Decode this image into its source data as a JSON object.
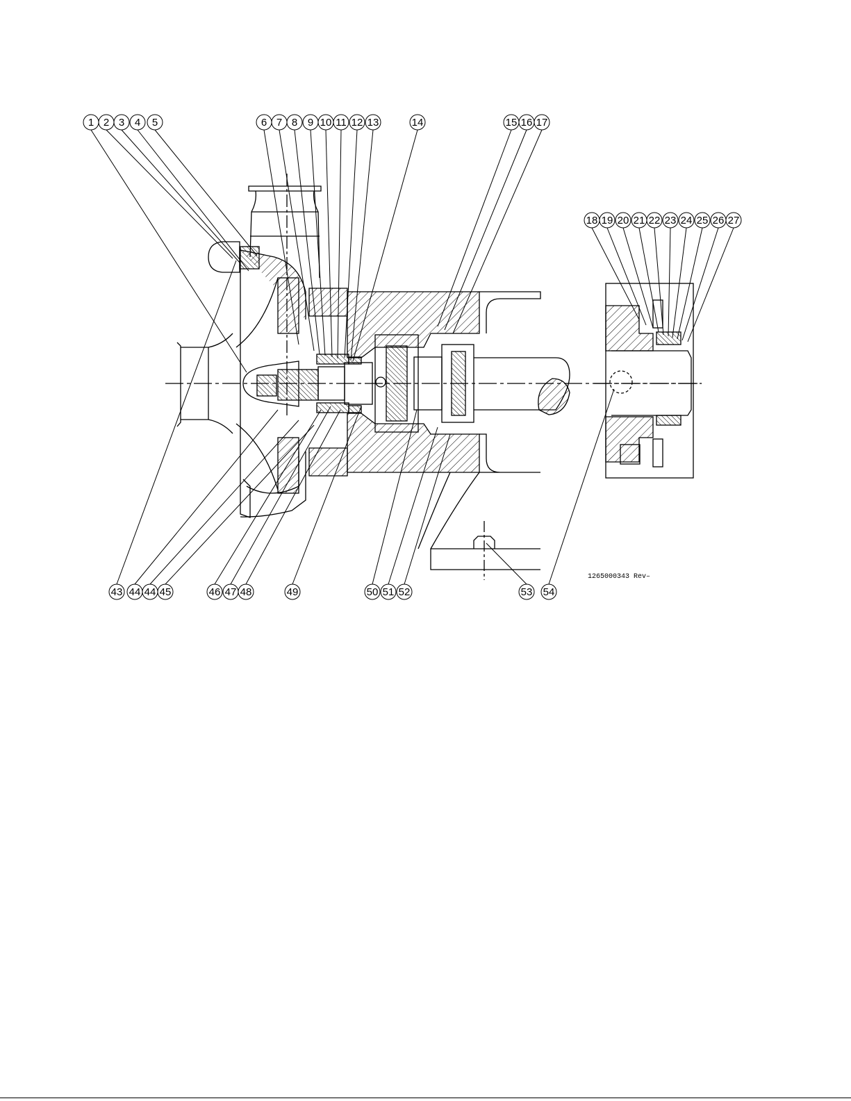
{
  "drawing": {
    "drawing_number": "1265000343",
    "revision": "Rev–",
    "line_color": "#000000",
    "background_color": "#ffffff"
  },
  "callouts_top": [
    "1",
    "2",
    "3",
    "4",
    "5",
    "6",
    "7",
    "8",
    "9",
    "10",
    "11",
    "12",
    "13",
    "14",
    "15",
    "16",
    "17"
  ],
  "callouts_detail": [
    "18",
    "19",
    "20",
    "21",
    "22",
    "23",
    "24",
    "25",
    "26",
    "27"
  ],
  "callouts_bottom": [
    "43",
    "44",
    "44",
    "45",
    "46",
    "47",
    "48",
    "49",
    "50",
    "51",
    "52",
    "53",
    "54"
  ]
}
